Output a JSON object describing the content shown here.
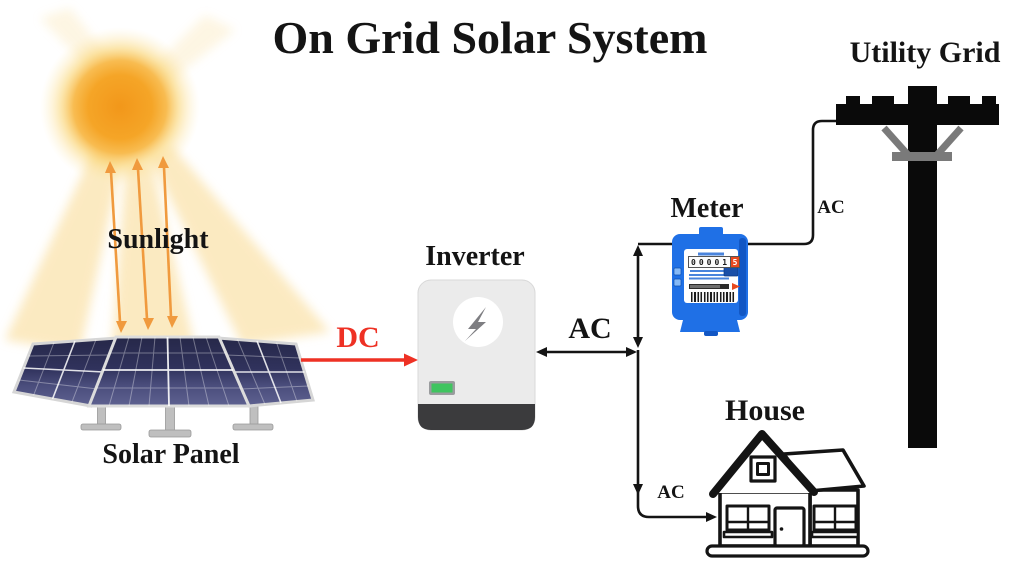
{
  "title": "On Grid Solar System",
  "labels": {
    "sunlight": "Sunlight",
    "solar_panel": "Solar Panel",
    "inverter": "Inverter",
    "meter": "Meter",
    "house": "House",
    "utility_grid": "Utility Grid"
  },
  "flows": {
    "dc_label": "DC",
    "ac_inverter_label": "AC",
    "ac_grid_label": "AC",
    "ac_house_label": "AC"
  },
  "meter": {
    "reading": "00001",
    "reading_last_digit": "5"
  },
  "colors": {
    "dc_arrow": "#EE3124",
    "sunlight_arrow": "#F09A3E",
    "wire": "#141414",
    "meter_body": "#1F70E6",
    "meter_alert": "#E8491F",
    "inverter_screen": "#3FC45F",
    "sun_core": "#F2971A",
    "panel_dark": "#2B2D55"
  }
}
